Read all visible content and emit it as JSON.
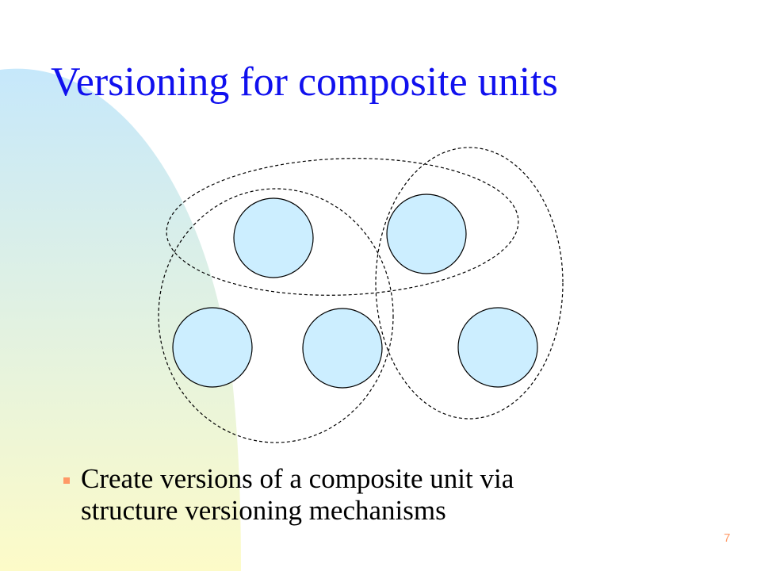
{
  "slide": {
    "title": "Versioning for composite units",
    "bullet_line_1": "Create versions of a composite unit via",
    "bullet_line_2": "structure versioning mechanisms",
    "page_number": "7"
  },
  "colors": {
    "title": "#1010ee",
    "node_fill": "#cceeff",
    "accent": "#ff9966",
    "background_gradient": [
      "#c6e8fb",
      "#fdfbc8"
    ]
  },
  "diagram": {
    "nodes": [
      "unit-1",
      "unit-2",
      "unit-3",
      "unit-4",
      "unit-5"
    ],
    "groups": [
      {
        "id": "composite-top",
        "members": [
          "unit-1",
          "unit-2"
        ]
      },
      {
        "id": "composite-left",
        "members": [
          "unit-1",
          "unit-3",
          "unit-4"
        ]
      },
      {
        "id": "composite-right",
        "members": [
          "unit-2",
          "unit-5"
        ]
      }
    ]
  }
}
